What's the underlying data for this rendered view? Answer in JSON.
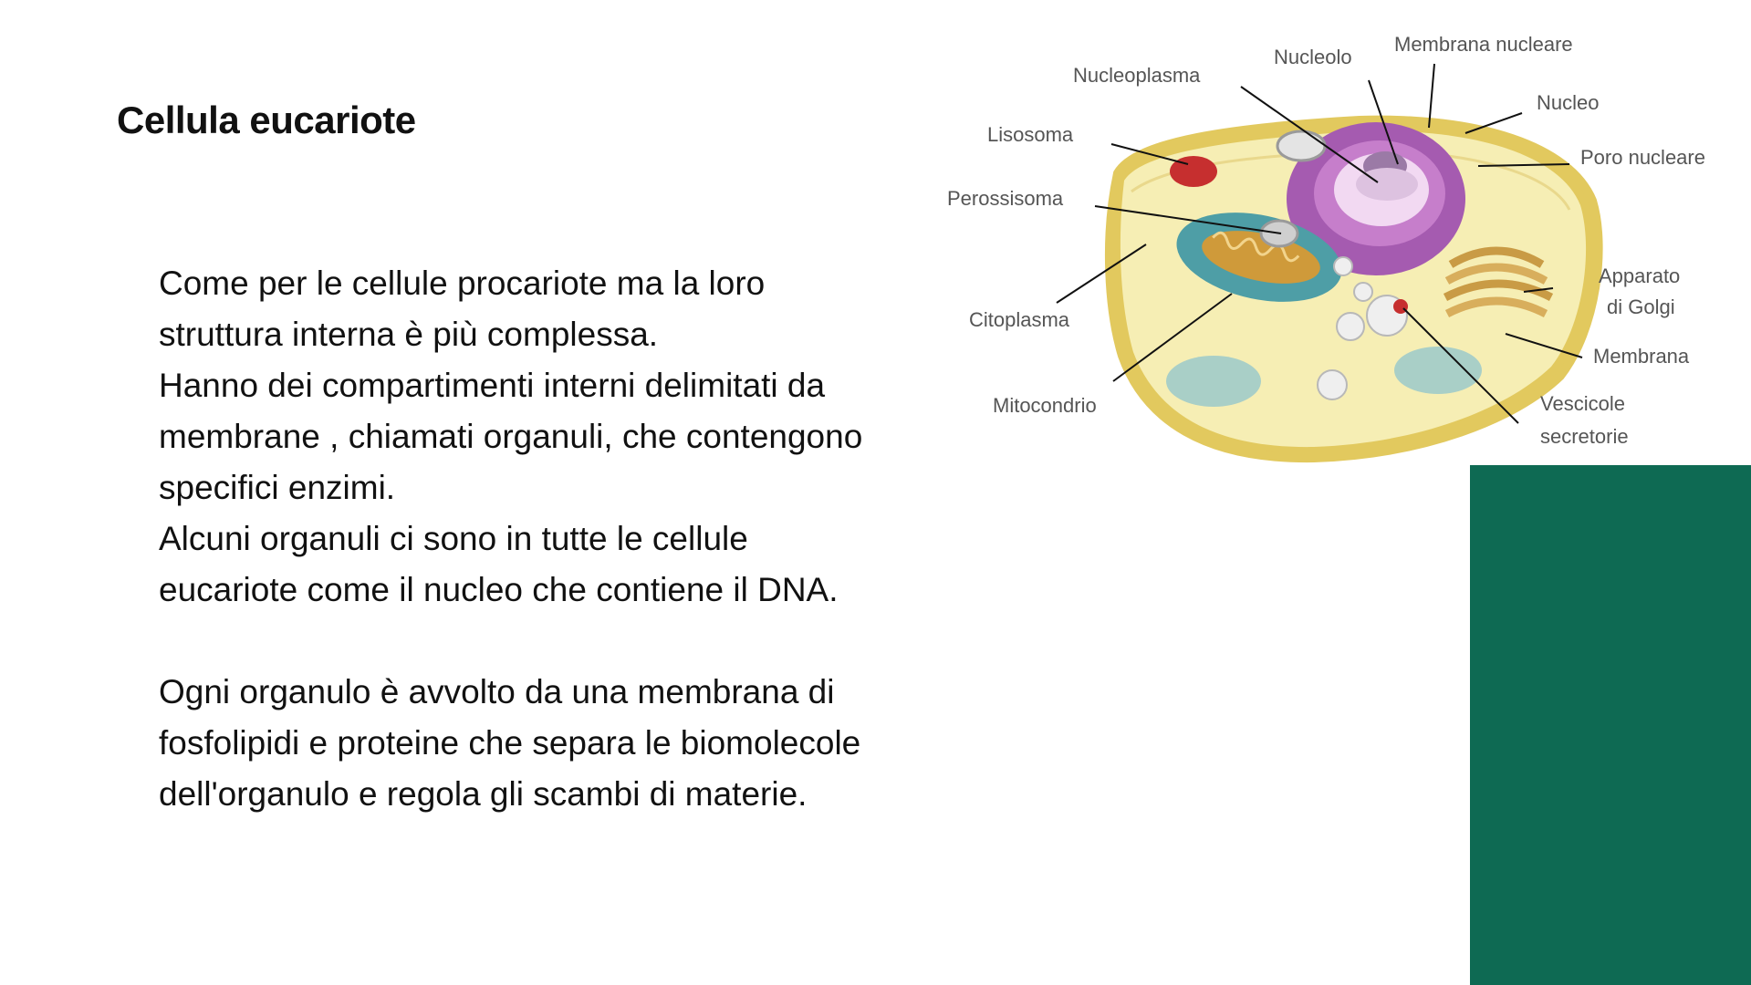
{
  "slide": {
    "title": "Cellula eucariote",
    "paragraphs": [
      "Come per le cellule procariote ma la loro",
      "struttura interna è più complessa.",
      "Hanno dei compartimenti interni delimitati da",
      "membrane , chiamati organuli, che contengono",
      "specifici enzimi.",
      "Alcuni organuli ci sono in tutte le cellule",
      "eucariote come il nucleo che contiene il DNA.",
      "Ogni organulo è avvolto da una membrana di",
      "fosfolipidi e proteine che separa le biomolecole",
      "dell'organulo e regola gli scambi di materie."
    ]
  },
  "diagram": {
    "labels": {
      "membrana_nucleare": "Membrana nucleare",
      "nucleolo": "Nucleolo",
      "nucleoplasma": "Nucleoplasma",
      "nucleo": "Nucleo",
      "lisosoma": "Lisosoma",
      "poro_nucleare": "Poro nucleare",
      "perossisoma": "Perossisoma",
      "apparato": "Apparato",
      "di_golgi": "di Golgi",
      "citoplasma": "Citoplasma",
      "membrana": "Membrana",
      "mitocondrio": "Mitocondrio",
      "vescicole": "Vescicole",
      "secretorie": "secretorie"
    }
  },
  "colors": {
    "accent_green": "#0e6a53",
    "cytoplasm": "#f6eeb4",
    "membrane": "#e2c95e",
    "nucleus": "#a55bb0",
    "mitochondrion": "#4e9ea6",
    "lysosome": "#c62f2f",
    "golgi": "#c99b45"
  }
}
